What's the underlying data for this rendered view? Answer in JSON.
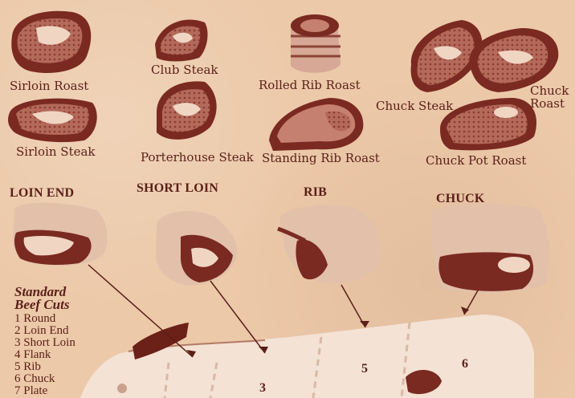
{
  "top_labels": {
    "sirloin_roast": "Sirloin Roast",
    "club_steak": "Club Steak",
    "rolled_rib_roast": "Rolled Rib Roast",
    "chuck_steak": "Chuck Steak",
    "chuck_roast_1": "Chuck",
    "chuck_roast_2": "Roast",
    "sirloin_steak": "Sirloin Steak",
    "porterhouse_steak": "Porterhouse Steak",
    "standing_rib_roast": "Standing Rib Roast",
    "chuck_pot_roast": "Chuck Pot Roast"
  },
  "section_labels": {
    "loin_end": "LOIN END",
    "short_loin": "SHORT LOIN",
    "rib": "RIB",
    "chuck": "CHUCK"
  },
  "legend": {
    "title_line1": "Standard",
    "title_line2": "Beef Cuts",
    "items": [
      "1 Round",
      "2 Loin End",
      "3 Short Loin",
      "4 Flank",
      "5 Rib",
      "6 Chuck",
      "7 Plate"
    ]
  },
  "carcass_numbers": {
    "n3": "3",
    "n5": "5",
    "n6": "6"
  },
  "colors": {
    "paper": "#ecc9a9",
    "ink": "#5a1f18",
    "meat_dark": "#6b2018",
    "meat_light": "#d8a891",
    "fat": "#f3dfd0"
  }
}
